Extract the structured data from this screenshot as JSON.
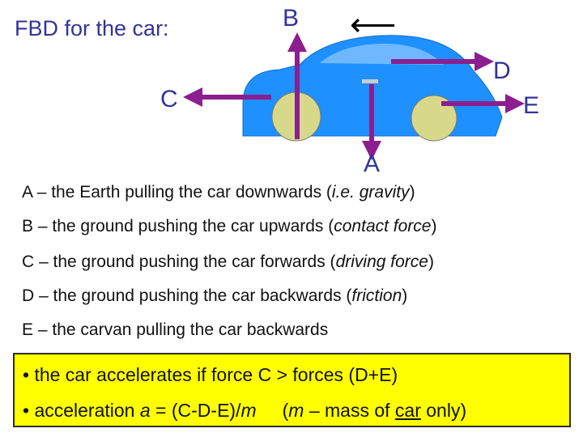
{
  "title": "FBD for the car:",
  "force_letters": {
    "A": "A",
    "B": "B",
    "C": "C",
    "D": "D",
    "E": "E"
  },
  "motion_arrow": "⟵",
  "colors": {
    "arrow": "#8b1f8f",
    "car_body": "#1e90ff",
    "wheels": "#d8d88a",
    "title": "#333399",
    "letters": "#333399",
    "highlight_box": "#ffff00"
  },
  "descriptions": [
    {
      "letter": "A",
      "text": " – the Earth pulling the car downwards (",
      "italic": "i.e. gravity",
      "end": ")"
    },
    {
      "letter": "B",
      "text": " – the ground pushing the car upwards (",
      "italic": "contact force",
      "end": ")"
    },
    {
      "letter": "C",
      "text": " – the ground pushing the car forwards (",
      "italic": "driving force",
      "end": ")"
    },
    {
      "letter": "D",
      "text": " – the ground pushing the car backwards (",
      "italic": "friction",
      "end": ")"
    },
    {
      "letter": "E",
      "text": " – the carvan pulling the car backwards",
      "italic": "",
      "end": ""
    }
  ],
  "box": {
    "line1": "• the car accelerates if force C > forces (D+E)",
    "line2_a": "• acceleration ",
    "line2_var": "a",
    "line2_b": " = (C-D-E)/",
    "line2_m": "m",
    "line2_gap": "     (",
    "line2_m2": "m",
    "line2_c": " – mass of ",
    "line2_car": "car",
    "line2_d": " only)"
  }
}
